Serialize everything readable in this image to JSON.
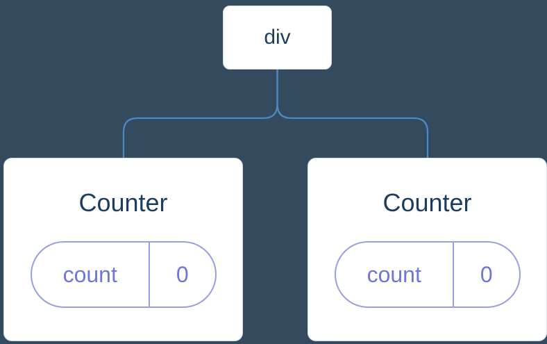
{
  "colors": {
    "bg": "#344A5E",
    "line": "#4A8BC6",
    "node-bg": "#FFFFFF",
    "node-border": "#D9DEE5",
    "title-text": "#1D3D5E",
    "pill-border": "#989DE5",
    "pill-text": "#6F76D9"
  },
  "tree": {
    "root": {
      "label": "div"
    },
    "children": [
      {
        "title": "Counter",
        "state": {
          "label": "count",
          "value": "0"
        }
      },
      {
        "title": "Counter",
        "state": {
          "label": "count",
          "value": "0"
        }
      }
    ]
  }
}
